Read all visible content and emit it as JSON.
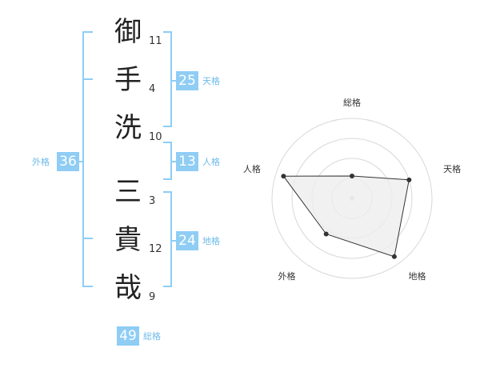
{
  "name": {
    "characters": [
      {
        "char": "御",
        "strokes": "11"
      },
      {
        "char": "手",
        "strokes": "4"
      },
      {
        "char": "洗",
        "strokes": "10"
      },
      {
        "char": "三",
        "strokes": "3"
      },
      {
        "char": "貴",
        "strokes": "12"
      },
      {
        "char": "哉",
        "strokes": "9"
      }
    ]
  },
  "fortunes": {
    "tenkaku": {
      "value": "25",
      "label": "天格"
    },
    "jinkaku": {
      "value": "13",
      "label": "人格"
    },
    "chikaku": {
      "value": "24",
      "label": "地格"
    },
    "gaikaku": {
      "value": "36",
      "label": "外格"
    },
    "soukaku": {
      "value": "49",
      "label": "総格"
    }
  },
  "colors": {
    "bracket": "#8fcdf5",
    "badge": "#8fcdf5",
    "label": "#6cbbe8",
    "radar_fill": "#eeeeee",
    "radar_line": "#333333",
    "radar_ring": "#d8d8d8"
  },
  "chart_data": {
    "type": "radar",
    "axes": [
      "総格",
      "天格",
      "地格",
      "外格",
      "人格"
    ],
    "values": [
      0.28,
      0.75,
      0.9,
      0.55,
      0.9
    ],
    "max": 1,
    "rings": 4
  }
}
